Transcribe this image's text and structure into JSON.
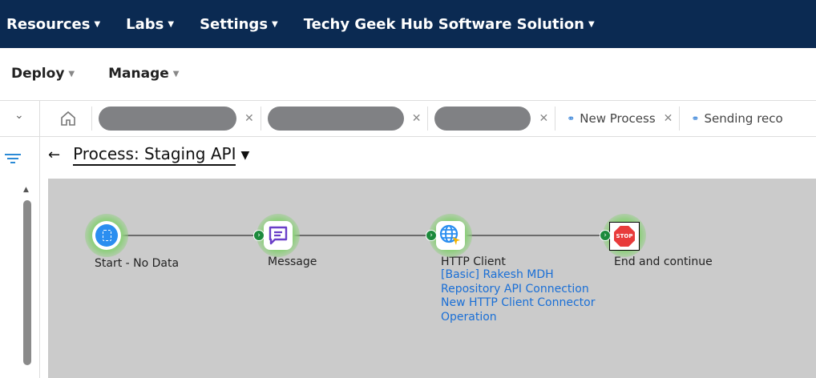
{
  "topnav": {
    "items": [
      "Resources",
      "Labs",
      "Settings",
      "Techy Geek Hub Software Solution"
    ]
  },
  "subnav": {
    "items": [
      "Deploy",
      "Manage"
    ]
  },
  "tabs": {
    "new_process": "New Process",
    "sending": "Sending reco"
  },
  "process": {
    "title": "Process: Staging API"
  },
  "nodes": {
    "start": "Start - No Data",
    "message": "Message",
    "http": {
      "label": "HTTP Client",
      "details": [
        "[Basic] Rakesh MDH",
        "Repository API Connection",
        "New HTTP Client Connector",
        "Operation"
      ]
    },
    "stop": {
      "label": "End and continue",
      "icon_text": "STOP"
    }
  }
}
